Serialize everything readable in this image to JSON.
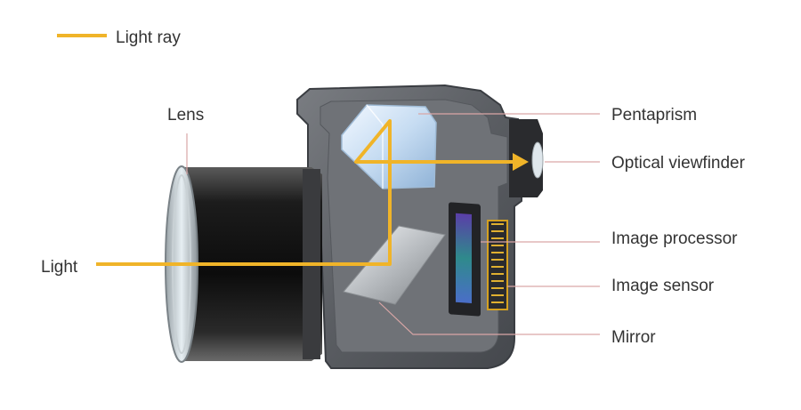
{
  "legend": {
    "label": "Light ray"
  },
  "labels": {
    "lens": "Lens",
    "light": "Light",
    "pentaprism": "Pentaprism",
    "optical_viewfinder": "Optical viewfinder",
    "image_processor": "Image processor",
    "image_sensor": "Image sensor",
    "mirror": "Mirror"
  },
  "colors": {
    "light_ray": "#f0b429",
    "leader_line": "#d9a6a6",
    "body_dark": "#4a4d52",
    "body_mid": "#6b6e73",
    "lens_barrel": "#1a1a1a"
  }
}
